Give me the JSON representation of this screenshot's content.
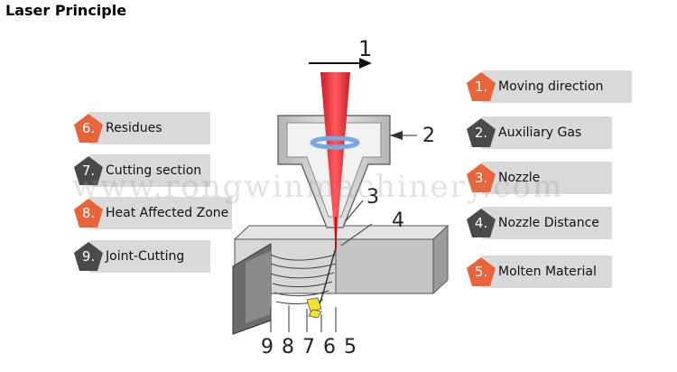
{
  "page": {
    "title": "Laser Principle"
  },
  "watermark": "www.rongwinmachinery.com",
  "colors": {
    "badge_orange": "#e8643a",
    "badge_dark": "#4a4a4a",
    "label_bar": "#d9d9d9",
    "beam_red": "#e52a30",
    "nozzle_gray": "#c9c9c9"
  },
  "legend": {
    "item1": {
      "number": "1.",
      "label": "Moving direction",
      "badge": "orange"
    },
    "item2": {
      "number": "2.",
      "label": "Auxiliary Gas",
      "badge": "dark"
    },
    "item3": {
      "number": "3.",
      "label": "Nozzle",
      "badge": "orange"
    },
    "item4": {
      "number": "4.",
      "label": "Nozzle Distance",
      "badge": "dark"
    },
    "item5": {
      "number": "5.",
      "label": "Molten Material",
      "badge": "orange"
    },
    "item6": {
      "number": "6.",
      "label": "Residues",
      "badge": "orange"
    },
    "item7": {
      "number": "7.",
      "label": "Cutting section",
      "badge": "dark"
    },
    "item8": {
      "number": "8.",
      "label": "Heat Affected Zone",
      "badge": "orange"
    },
    "item9": {
      "number": "9.",
      "label": "Joint-Cutting",
      "badge": "dark"
    }
  },
  "callouts": {
    "c1": "1",
    "c2": "2",
    "c3": "3",
    "c4": "4",
    "bottom": "9 8 7 6 5"
  }
}
